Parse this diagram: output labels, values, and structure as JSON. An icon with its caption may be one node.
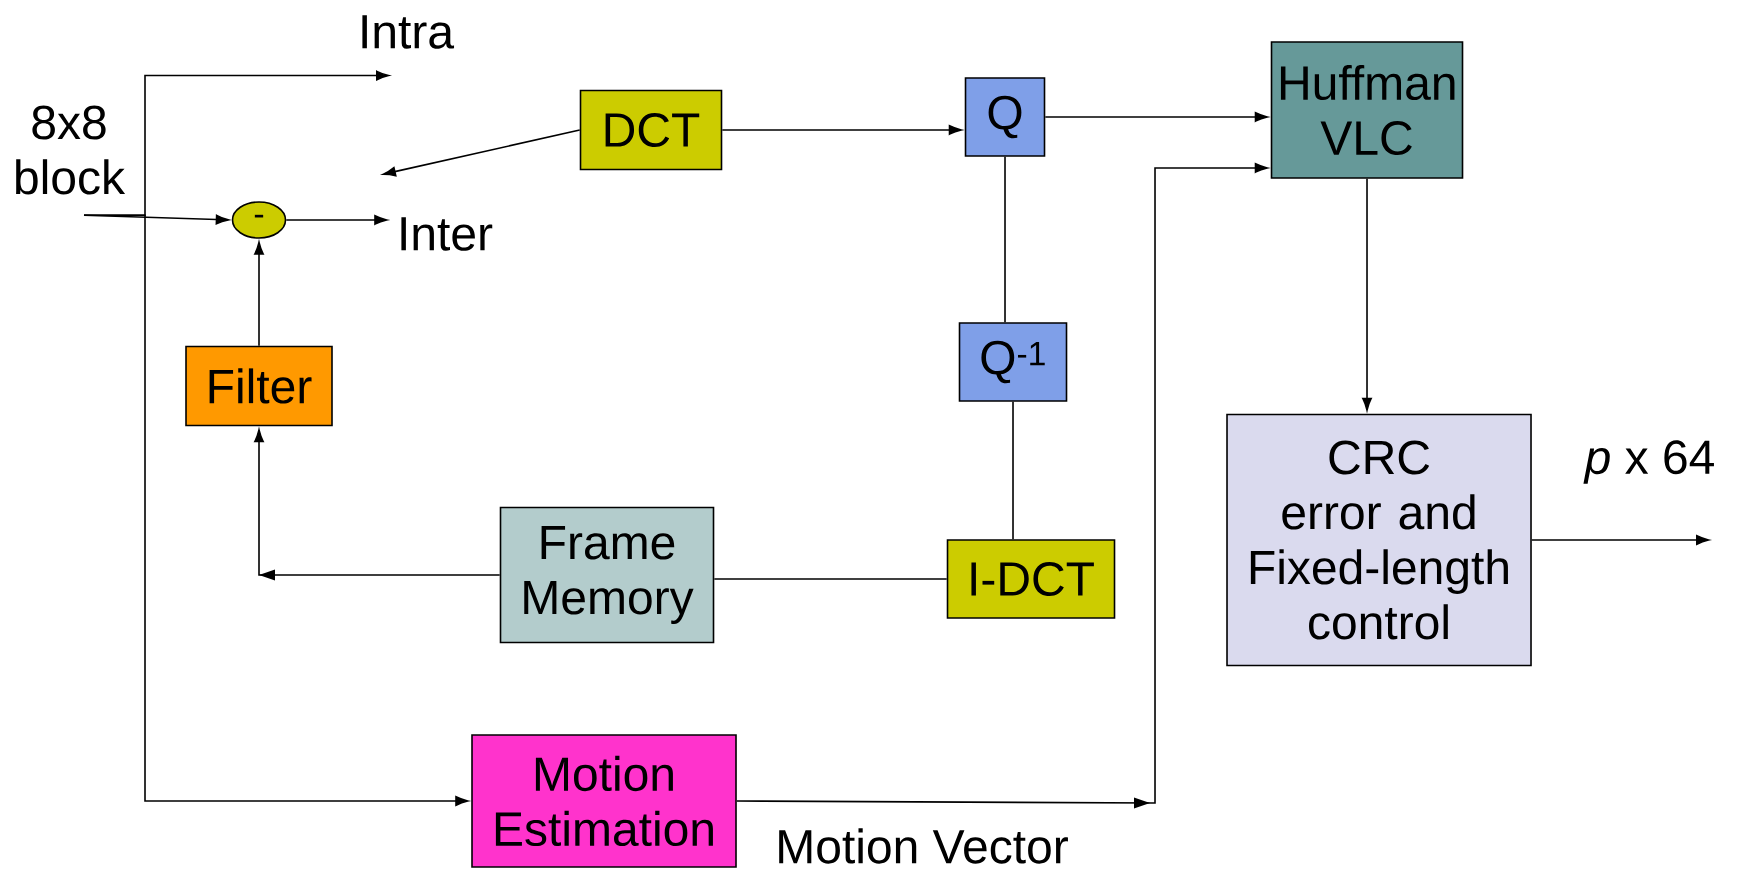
{
  "diagram": {
    "nodes": [
      {
        "text": [
          "8x8 block"
        ]
      },
      {
        "text": [
          "-"
        ]
      },
      {
        "text": [
          "Inter"
        ]
      },
      {
        "text": [
          "Intra"
        ]
      },
      {
        "text": [
          "DCT"
        ]
      },
      {
        "text": [
          "Q"
        ]
      },
      {
        "text": [
          "Huffman VLC"
        ]
      },
      {
        "text": [
          "Q$^{-1}$"
        ]
      },
      {
        "text": [
          "Filter"
        ]
      },
      {
        "text": [
          "Frame Memory"
        ]
      },
      {
        "text": [
          "I-DCT"
        ]
      },
      {
        "text": [
          "CRC error and Fixed-length control"
        ]
      },
      {
        "text": [
          "Motion Estimation"
        ]
      }
    ],
    "edges": [
      {
        "from": 0,
        "to": 1,
        "arrow": "to"
      },
      {
        "from": 0,
        "to": 3,
        "arrow": "to"
      },
      {
        "from": 0,
        "to": 12,
        "arrow": "to"
      },
      {
        "from": 1,
        "to": 2,
        "arrow": "to"
      },
      {
        "from": 4,
        "to": null,
        "arrow": "to"
      },
      {
        "from": 4,
        "to": 5,
        "arrow": "to"
      },
      {
        "from": 5,
        "to": 6,
        "arrow": "to"
      },
      {
        "from": 5,
        "to": 7,
        "arrow": "none"
      },
      {
        "from": 7,
        "to": 10,
        "arrow": "none"
      },
      {
        "from": 10,
        "to": 9,
        "arrow": "none"
      },
      {
        "from": 9,
        "to": 8,
        "arrow": "to"
      },
      {
        "from": 8,
        "to": 1,
        "arrow": "to"
      },
      {
        "from": 6,
        "to": 11,
        "arrow": "to"
      },
      {
        "from": 11,
        "to": null,
        "arrow": "to",
        "label": "*p* x 64"
      },
      {
        "from": 12,
        "to": 6,
        "arrow": "to",
        "label": "Motion Vector"
      }
    ]
  }
}
